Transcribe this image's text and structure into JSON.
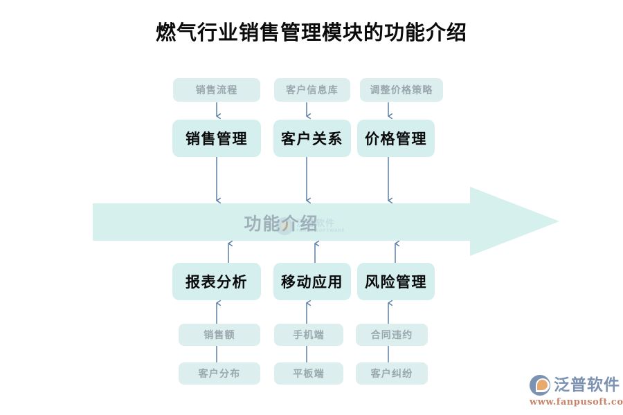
{
  "page": {
    "title": "燃气行业销售管理模块的功能介绍",
    "background_color": "#ffffff"
  },
  "theme": {
    "main_box_fill": "#d5eeee",
    "chip_fill": "#dcefee",
    "banner_fill": "#d6f0ee",
    "connector_color": "#5b7fa6",
    "main_text_color": "#0a0a0a",
    "chip_text_color": "#9aa7ad",
    "banner_text_color": "#9fb0b8",
    "logo_blue": "#7c92b2",
    "logo_orange": "#e8a96f",
    "logo_url_color": "#c8846a"
  },
  "banner": {
    "label": "功能介绍",
    "direction": "right"
  },
  "columns": [
    {
      "id": "sales",
      "top_chip": "销售流程",
      "top_node": "销售管理",
      "bottom_node": "报表分析",
      "chip_1": "销售额",
      "chip_2": "客户分布"
    },
    {
      "id": "customer",
      "top_chip": "客户信息库",
      "top_node": "客户关系",
      "bottom_node": "移动应用",
      "chip_1": "手机端",
      "chip_2": "平板端"
    },
    {
      "id": "price",
      "top_chip": "调整价格策略",
      "top_node": "价格管理",
      "bottom_node": "风险管理",
      "chip_1": "合同违约",
      "chip_2": "客户纠纷"
    }
  ],
  "logo": {
    "name": "泛普软件",
    "url": "www.fanpusoft.com",
    "mark": "fanpu-logo-icon"
  },
  "watermark": {
    "name": "泛普软件",
    "sub": "FANPU SOFTWARE"
  }
}
